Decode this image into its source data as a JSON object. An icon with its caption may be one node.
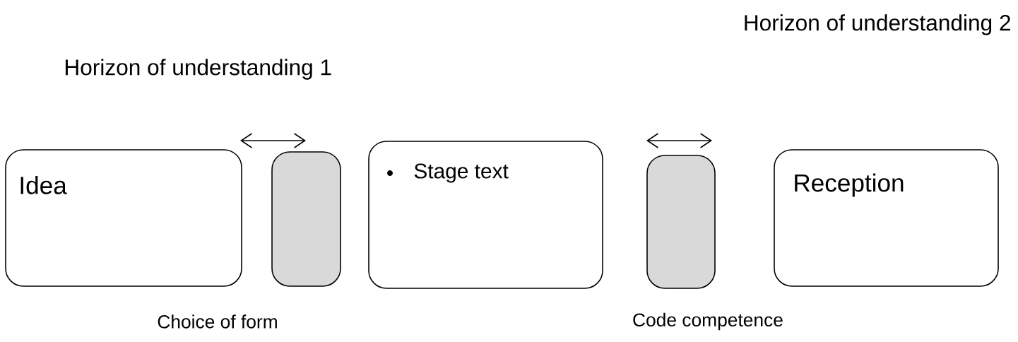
{
  "diagram": {
    "nodes": [
      {
        "text": [
          "Idea"
        ]
      },
      {
        "text": [],
        "shape": "box"
      },
      {
        "text": [
          "Stage text"
        ]
      },
      {
        "text": [],
        "shape": "box"
      },
      {
        "text": [
          "Reception"
        ]
      }
    ],
    "labels": [
      "Horizon of understanding 2",
      "Horizon of understanding 1",
      "Choice of form",
      "Code competence"
    ]
  }
}
